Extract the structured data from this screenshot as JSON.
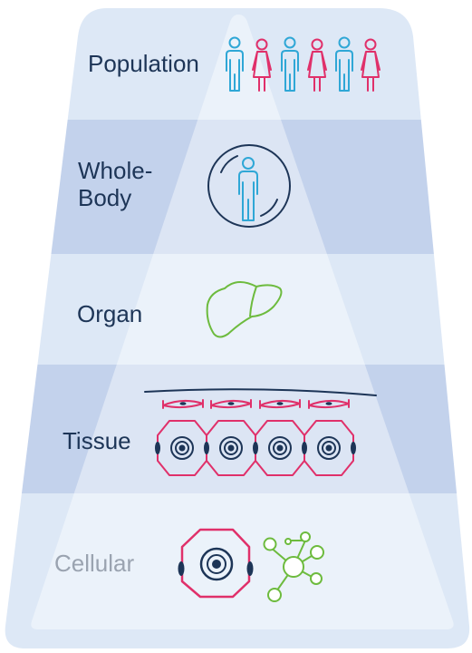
{
  "colors": {
    "band_light": "#dde8f6",
    "band_dark": "#c3d2ec",
    "funnel": "#ffffff",
    "label_dark": "#1d3557",
    "label_muted": "#9aa3b0",
    "pink": "#e0306a",
    "cyan": "#2fa7d6",
    "navy": "#1d3557",
    "green": "#6dbb3e"
  },
  "levels": [
    {
      "id": "population",
      "label": "Population",
      "icon": "people-icon",
      "muted": false
    },
    {
      "id": "whole-body",
      "label": "Whole-\nBody",
      "icon": "body-icon",
      "muted": false
    },
    {
      "id": "organ",
      "label": "Organ",
      "icon": "liver-icon",
      "muted": false
    },
    {
      "id": "tissue",
      "label": "Tissue",
      "icon": "tissue-cells-icon",
      "muted": false
    },
    {
      "id": "cellular",
      "label": "Cellular",
      "icon": "cell-icon",
      "muted": true
    }
  ]
}
